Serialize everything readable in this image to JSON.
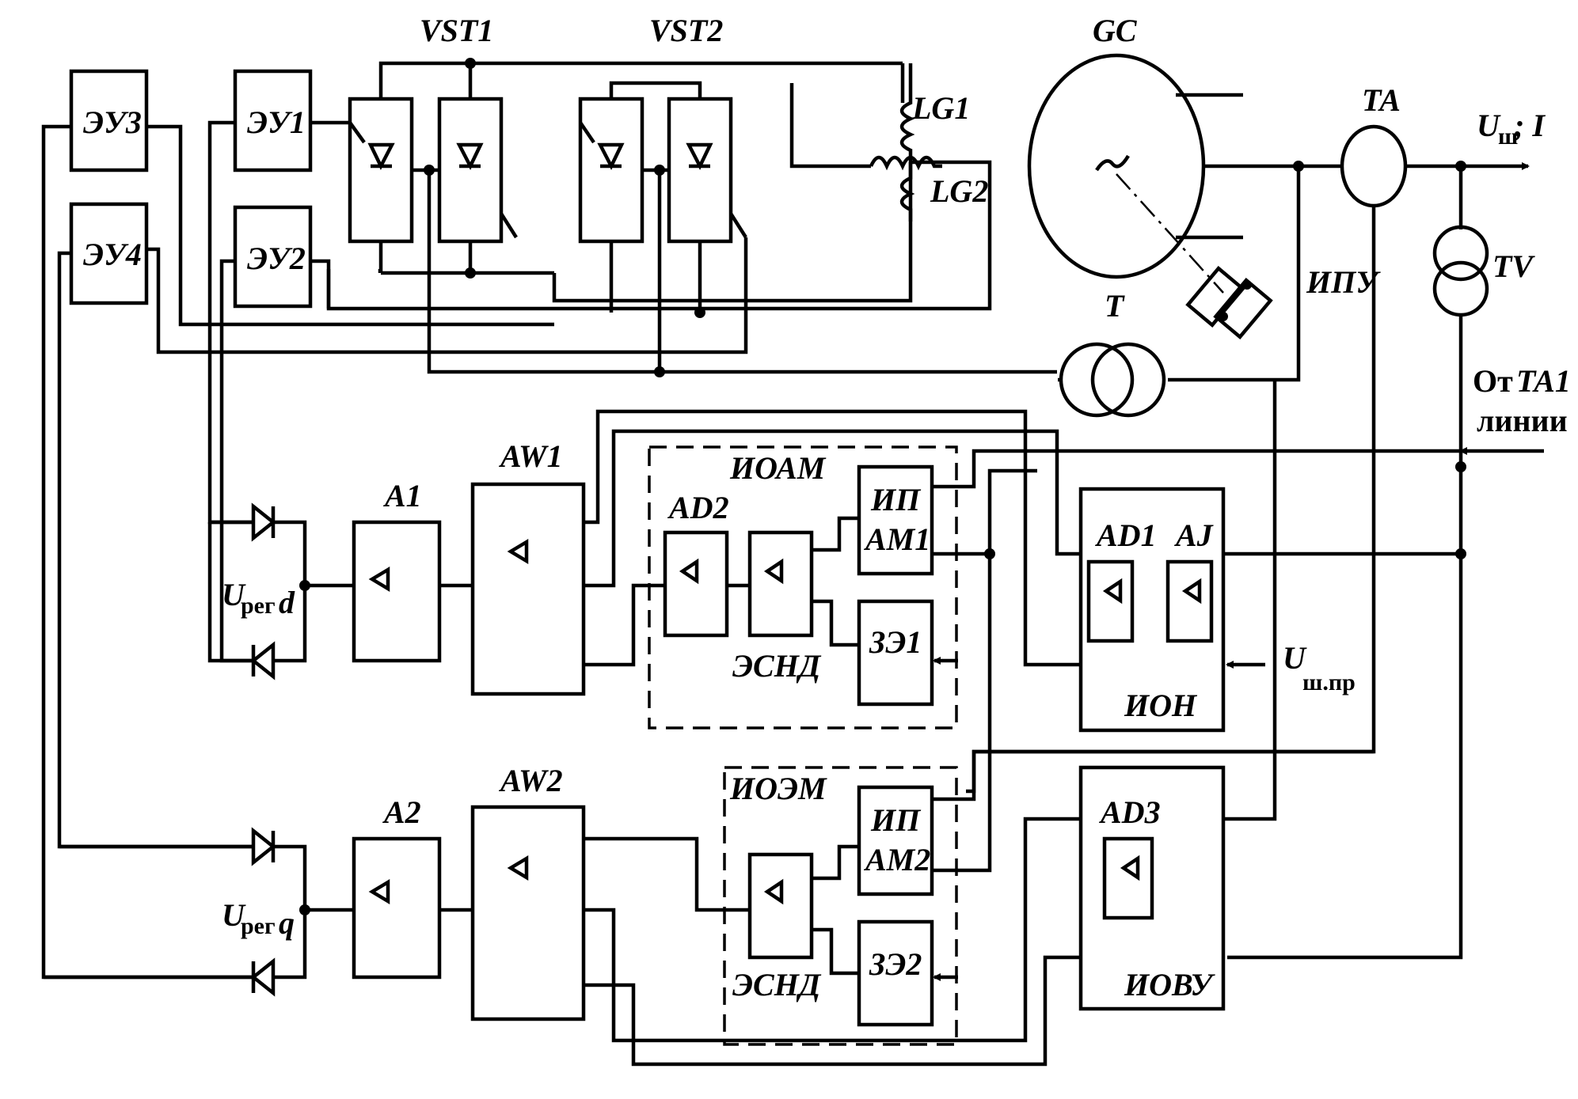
{
  "labels": {
    "vst1": "VST1",
    "vst2": "VST2",
    "gc": "GC",
    "lg1": "LG1",
    "lg2": "LG2",
    "ta": "TA",
    "tv": "TV",
    "t": "T",
    "ipu": "ИПУ",
    "out_u": "U",
    "out_u_sub": "ш",
    "out_rest": "; I",
    "from_ta1_line1_prefix": "От",
    "from_ta1_line1_name": "TA1",
    "from_ta1_line2": "линии",
    "eu1": "ЭУ1",
    "eu2": "ЭУ2",
    "eu3": "ЭУ3",
    "eu4": "ЭУ4",
    "a1": "A1",
    "a2": "A2",
    "aw1": "AW1",
    "aw2": "AW2",
    "ioam": "ИОАМ",
    "ioem": "ИОЭМ",
    "ad1": "AD1",
    "ad2": "AD2",
    "ad3": "AD3",
    "aj": "AJ",
    "ip_am1_line1": "ИП",
    "ip_am1_line2": "AM1",
    "ip_am2_line1": "ИП",
    "ip_am2_line2": "AM2",
    "ze1": "ЗЭ1",
    "ze2": "ЗЭ2",
    "esnd1": "ЭСНД",
    "esnd2": "ЭСНД",
    "ion": "ИОН",
    "iovu": "ИОВУ",
    "ureg_d_main": "U",
    "ureg_d_sub": "рег",
    "ureg_d_idx": "d",
    "ureg_q_main": "U",
    "ureg_q_sub": "рег",
    "ureg_q_idx": "q",
    "ush_pr_main": "U",
    "ush_pr_sub": "ш.пр"
  },
  "colors": {
    "ink": "#000000",
    "paper": "#ffffff"
  }
}
